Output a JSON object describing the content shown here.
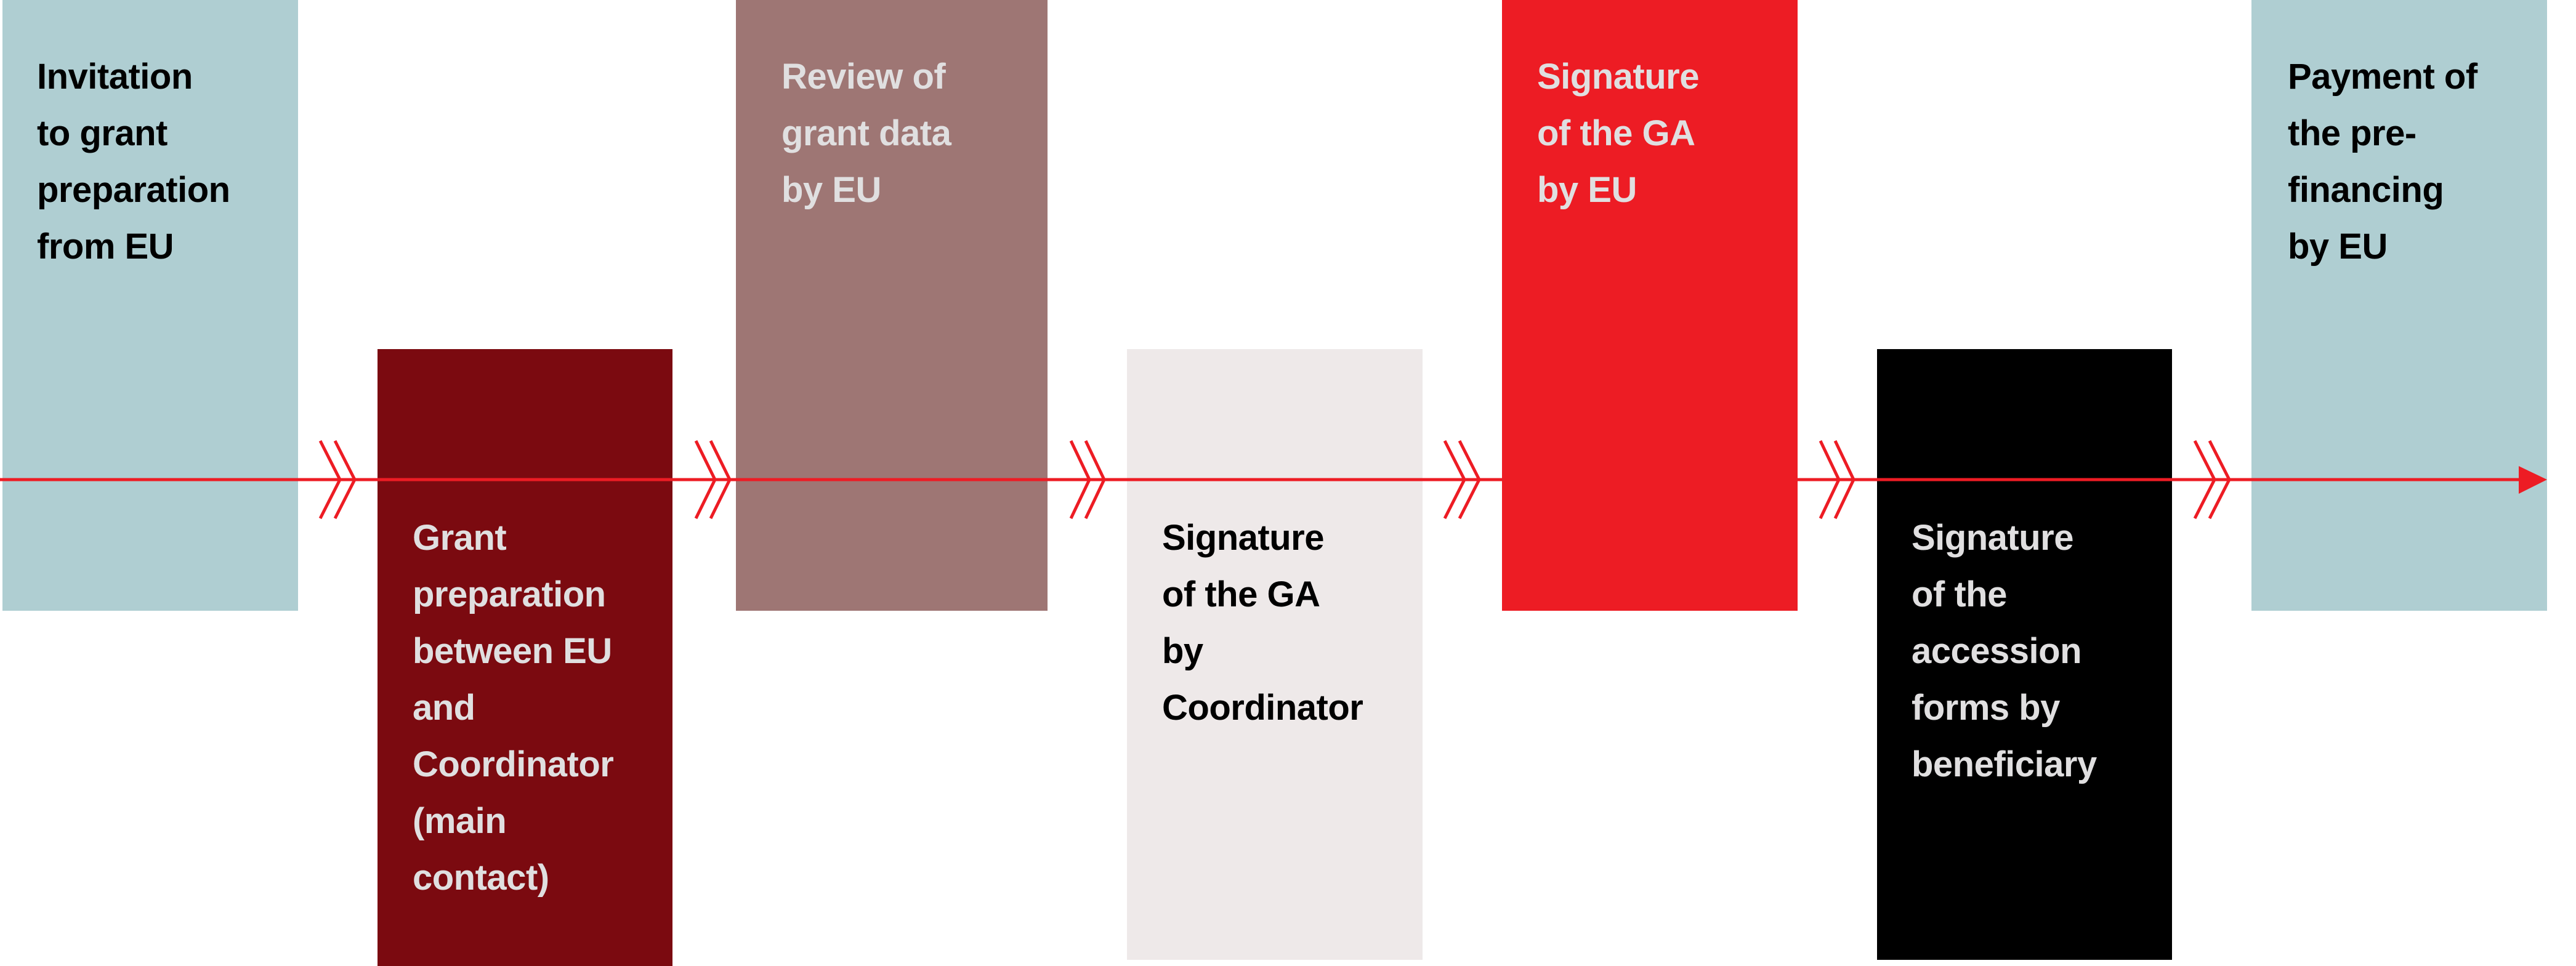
{
  "diagram": {
    "type": "process-timeline",
    "direction": "left-to-right",
    "colors": {
      "timeline": "#ED1C24",
      "light_text": "#E0DFE0",
      "dark_text": "#000000"
    },
    "steps": [
      {
        "id": "step-1",
        "lines": [
          "Invitation",
          "to grant",
          "preparation",
          "from EU"
        ],
        "position": "top",
        "fill": "#AFCED2",
        "text_color": "#000000"
      },
      {
        "id": "step-2",
        "lines": [
          "Grant",
          "preparation",
          "between EU",
          "and",
          "Coordinator",
          "(main",
          "contact)"
        ],
        "position": "bottom",
        "fill": "#7B0A10",
        "text_color": "#E0DFE0"
      },
      {
        "id": "step-3",
        "lines": [
          "Review of",
          "grant data",
          "by EU"
        ],
        "position": "top",
        "fill": "#9E7674",
        "text_color": "#E0DFE0"
      },
      {
        "id": "step-4",
        "lines": [
          "Signature",
          "of the GA",
          "by",
          "Coordinator"
        ],
        "position": "bottom",
        "fill": "#EEE9E9",
        "text_color": "#000000"
      },
      {
        "id": "step-5",
        "lines": [
          "Signature",
          "of the GA",
          "by EU"
        ],
        "position": "top",
        "fill": "#ED1C24",
        "text_color": "#E0DFE0"
      },
      {
        "id": "step-6",
        "lines": [
          "Signature",
          "of the",
          "accession",
          "forms by",
          "beneficiary"
        ],
        "position": "bottom",
        "fill": "#000000",
        "text_color": "#E0DFE0"
      },
      {
        "id": "step-7",
        "lines": [
          "Payment of",
          "the pre-",
          "financing",
          "by EU"
        ],
        "position": "top",
        "fill": "#AFCED2",
        "text_color": "#000000"
      }
    ],
    "connectors": {
      "count": 6,
      "icon": "double-chevron-right-icon"
    },
    "end_marker": {
      "icon": "arrowhead-right-icon"
    }
  }
}
